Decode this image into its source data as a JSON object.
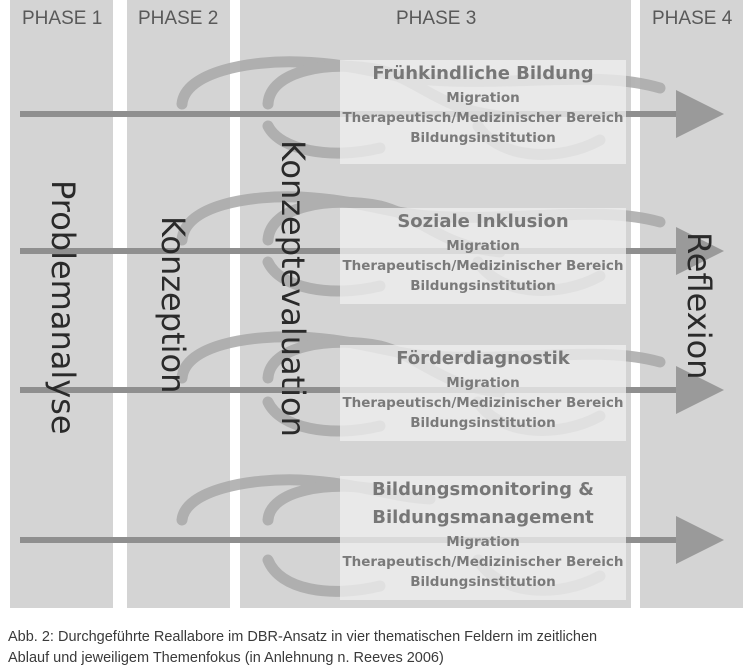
{
  "phases": [
    {
      "label": "PHASE 1",
      "vertical": "Problemanalyse"
    },
    {
      "label": "PHASE 2",
      "vertical": "Konzeption"
    },
    {
      "label": "PHASE 3",
      "vertical": "Konzeptevaluation"
    },
    {
      "label": "PHASE 4",
      "vertical": "Reflexion"
    }
  ],
  "fields": [
    {
      "title": "Frühkindliche Bildung",
      "items": [
        "Migration",
        "Therapeutisch/Medizinischer Bereich",
        "Bildungsinstitution"
      ]
    },
    {
      "title": "Soziale Inklusion",
      "items": [
        "Migration",
        "Therapeutisch/Medizinischer Bereich",
        "Bildungsinstitution"
      ]
    },
    {
      "title": "Förderdiagnostik",
      "items": [
        "Migration",
        "Therapeutisch/Medizinischer Bereich",
        "Bildungsinstitution"
      ]
    },
    {
      "title_lines": [
        "Bildungsmonitoring &",
        "Bildungsmanagement"
      ],
      "items": [
        "Migration",
        "Therapeutisch/Medizinischer Bereich",
        "Bildungsinstitution"
      ]
    }
  ],
  "caption": {
    "line1": "Abb. 2: Durchgeführte Reallabore im DBR-Ansatz in vier thematischen Feldern im zeitlichen",
    "line2": "Ablauf und jeweiligem Themenfokus (in Anlehnung n. Reeves 2006)"
  },
  "colors": {
    "column": "#d4d4d4",
    "arrow": "#9a9a9a",
    "box": "#eeeeee"
  }
}
